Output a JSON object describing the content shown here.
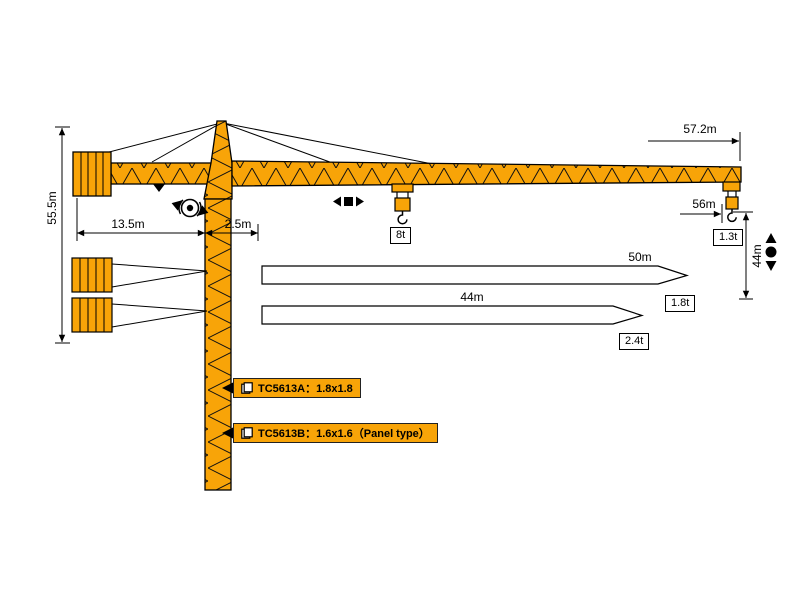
{
  "colors": {
    "crane_yellow": "#F8A408",
    "outline": "#000000",
    "load_box_bg": "#FFFFFF",
    "model_box_bg": "#F8A408"
  },
  "dimensions": {
    "total_height": "55.5m",
    "counter_jib": "13.5m",
    "rear_offset": "2.5m",
    "max_jib": "57.2m",
    "tip_radius": "56m",
    "hook_height": "44m",
    "variant_50": "50m",
    "variant_44": "44m"
  },
  "loads": {
    "hook_mid": "8t",
    "tip_56m": "1.3t",
    "tip_50m": "1.8t",
    "tip_44m": "2.4t"
  },
  "models": {
    "variant_a": "TC5613A：1.8x1.8",
    "variant_b": "TC5613B：1.6x1.6（Panel type）"
  }
}
